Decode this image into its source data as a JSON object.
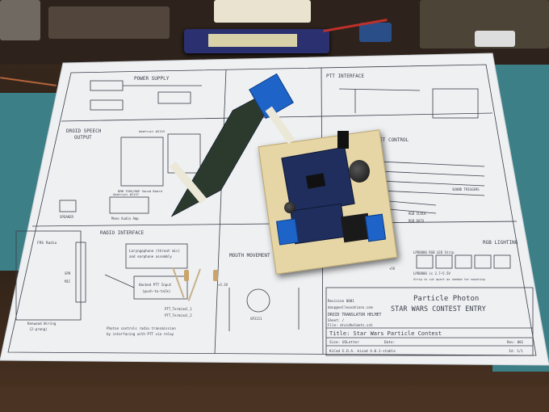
{
  "schematic": {
    "title_line1": "Particle Photon",
    "title_line2": "STAR WARS CONTEST ENTRY",
    "sections": {
      "power_supply": "POWER SUPPLY",
      "ptt_interface": "PTT INTERFACE",
      "droid_speech_line1": "DROID SPEECH",
      "droid_speech_line2": "OUTPUT",
      "droid_helmet_control": "DROID HELMET CONTROL",
      "radio_interface": "RADIO INTERFACE",
      "mouth_movement": "MOUTH MOVEMENT",
      "rgb_lighting": "RGB LIGHTING"
    },
    "labels": {
      "frs_radio": "FRS Radio",
      "spr": "SPR",
      "mic": "MIC",
      "kenwood_wiring_1": "Kenwood Wiring",
      "kenwood_wiring_2": "(2-prong)",
      "laryngophone_1": "Laryngophone (throat mic)",
      "laryngophone_2": "and earphone assembly",
      "hacked_ptt_1": "Hacked PTT Input",
      "hacked_ptt_2": "(push-to-talk)",
      "ptt_terminal_1": "PTT_Terminal_1",
      "ptt_terminal_2": "PTT_Terminal_2",
      "photon_controls_1": "Photon controls radio transmission",
      "photon_controls_2": "by interfacing with PTT via relay",
      "speaker": "SPEAKER",
      "mono_audio_amp": "Mono Audio Amp",
      "sound_board": "DMB 7905/MAP Sound Board",
      "adafruit_1": "Adafruit #2133",
      "adafruit_2": "Adafruit #2137",
      "gp": "GP2111",
      "sound_triggers": "SOUND TRIGGERS",
      "rgb_clock": "RGB CLOCK",
      "rgb_data": "RGB DATA",
      "led_strip_1": "LPD8806 RGB LED Strip",
      "led_strip_2": "LPD8806 is 2.7~5.5V",
      "led_strip_3": "Strip is cut apart as needed for mounting",
      "plus5v": "+5V",
      "plus33v": "+3.3V"
    },
    "title_block": {
      "revision": "Revision 0001",
      "email": "donp@sellnovations.com",
      "project": "DROID TRANSLATOR HELMET",
      "sheet": "Sheet: /",
      "file": "File: droidhelmets.sch",
      "title": "Title: Star Wars Particle Contest",
      "size": "Size: USLetter",
      "date": "Date:",
      "tool": "KiCad E.D.A.  kicad 4.0.1-stable",
      "rev": "Rev: 001",
      "id": "Id: 1/1"
    }
  },
  "colors": {
    "paper": "#eef0f2",
    "ink": "#3a3e48",
    "pcb_blue": "#1f2e5c",
    "terminal_blue": "#1e64c8",
    "perfboard": "#e6d6a6",
    "mat_teal": "#3d7f86"
  }
}
